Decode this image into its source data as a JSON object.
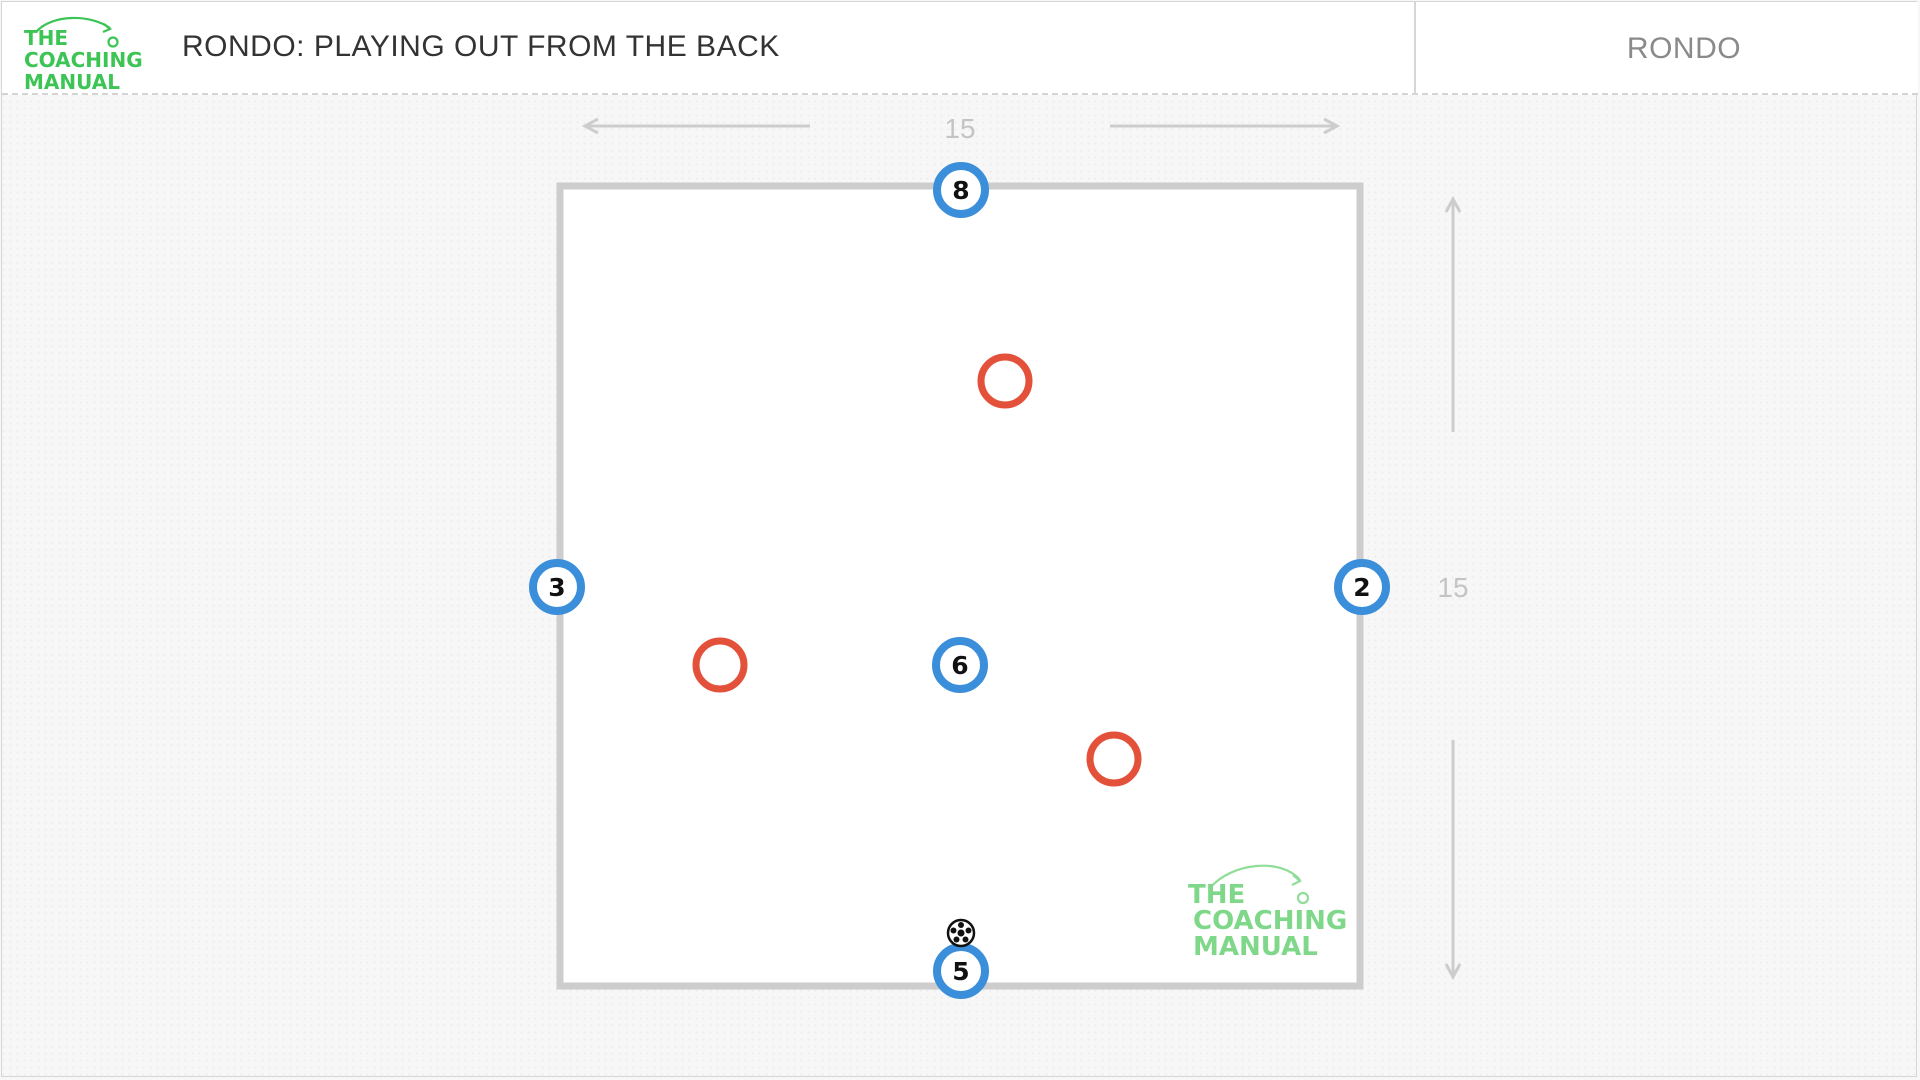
{
  "header": {
    "logo": {
      "line1": "THE",
      "line2": "COACHING",
      "line3": "MANUAL"
    },
    "title": "RONDO: PLAYING OUT FROM THE BACK",
    "category": "RONDO"
  },
  "pitch": {
    "width_label": "15",
    "height_label": "15"
  },
  "blue_players": [
    {
      "number": "8"
    },
    {
      "number": "3"
    },
    {
      "number": "2"
    },
    {
      "number": "6"
    },
    {
      "number": "5"
    }
  ],
  "red_defenders_count": 3,
  "ball": {
    "holder": "5"
  },
  "watermark": {
    "line1": "THE",
    "line2": "COACHING",
    "line3": "MANUAL"
  },
  "colors": {
    "blue_team": "#3b8fda",
    "red_team": "#e4513a",
    "pitch_border": "#cdcdcd",
    "brand_green": "#3cc454"
  }
}
